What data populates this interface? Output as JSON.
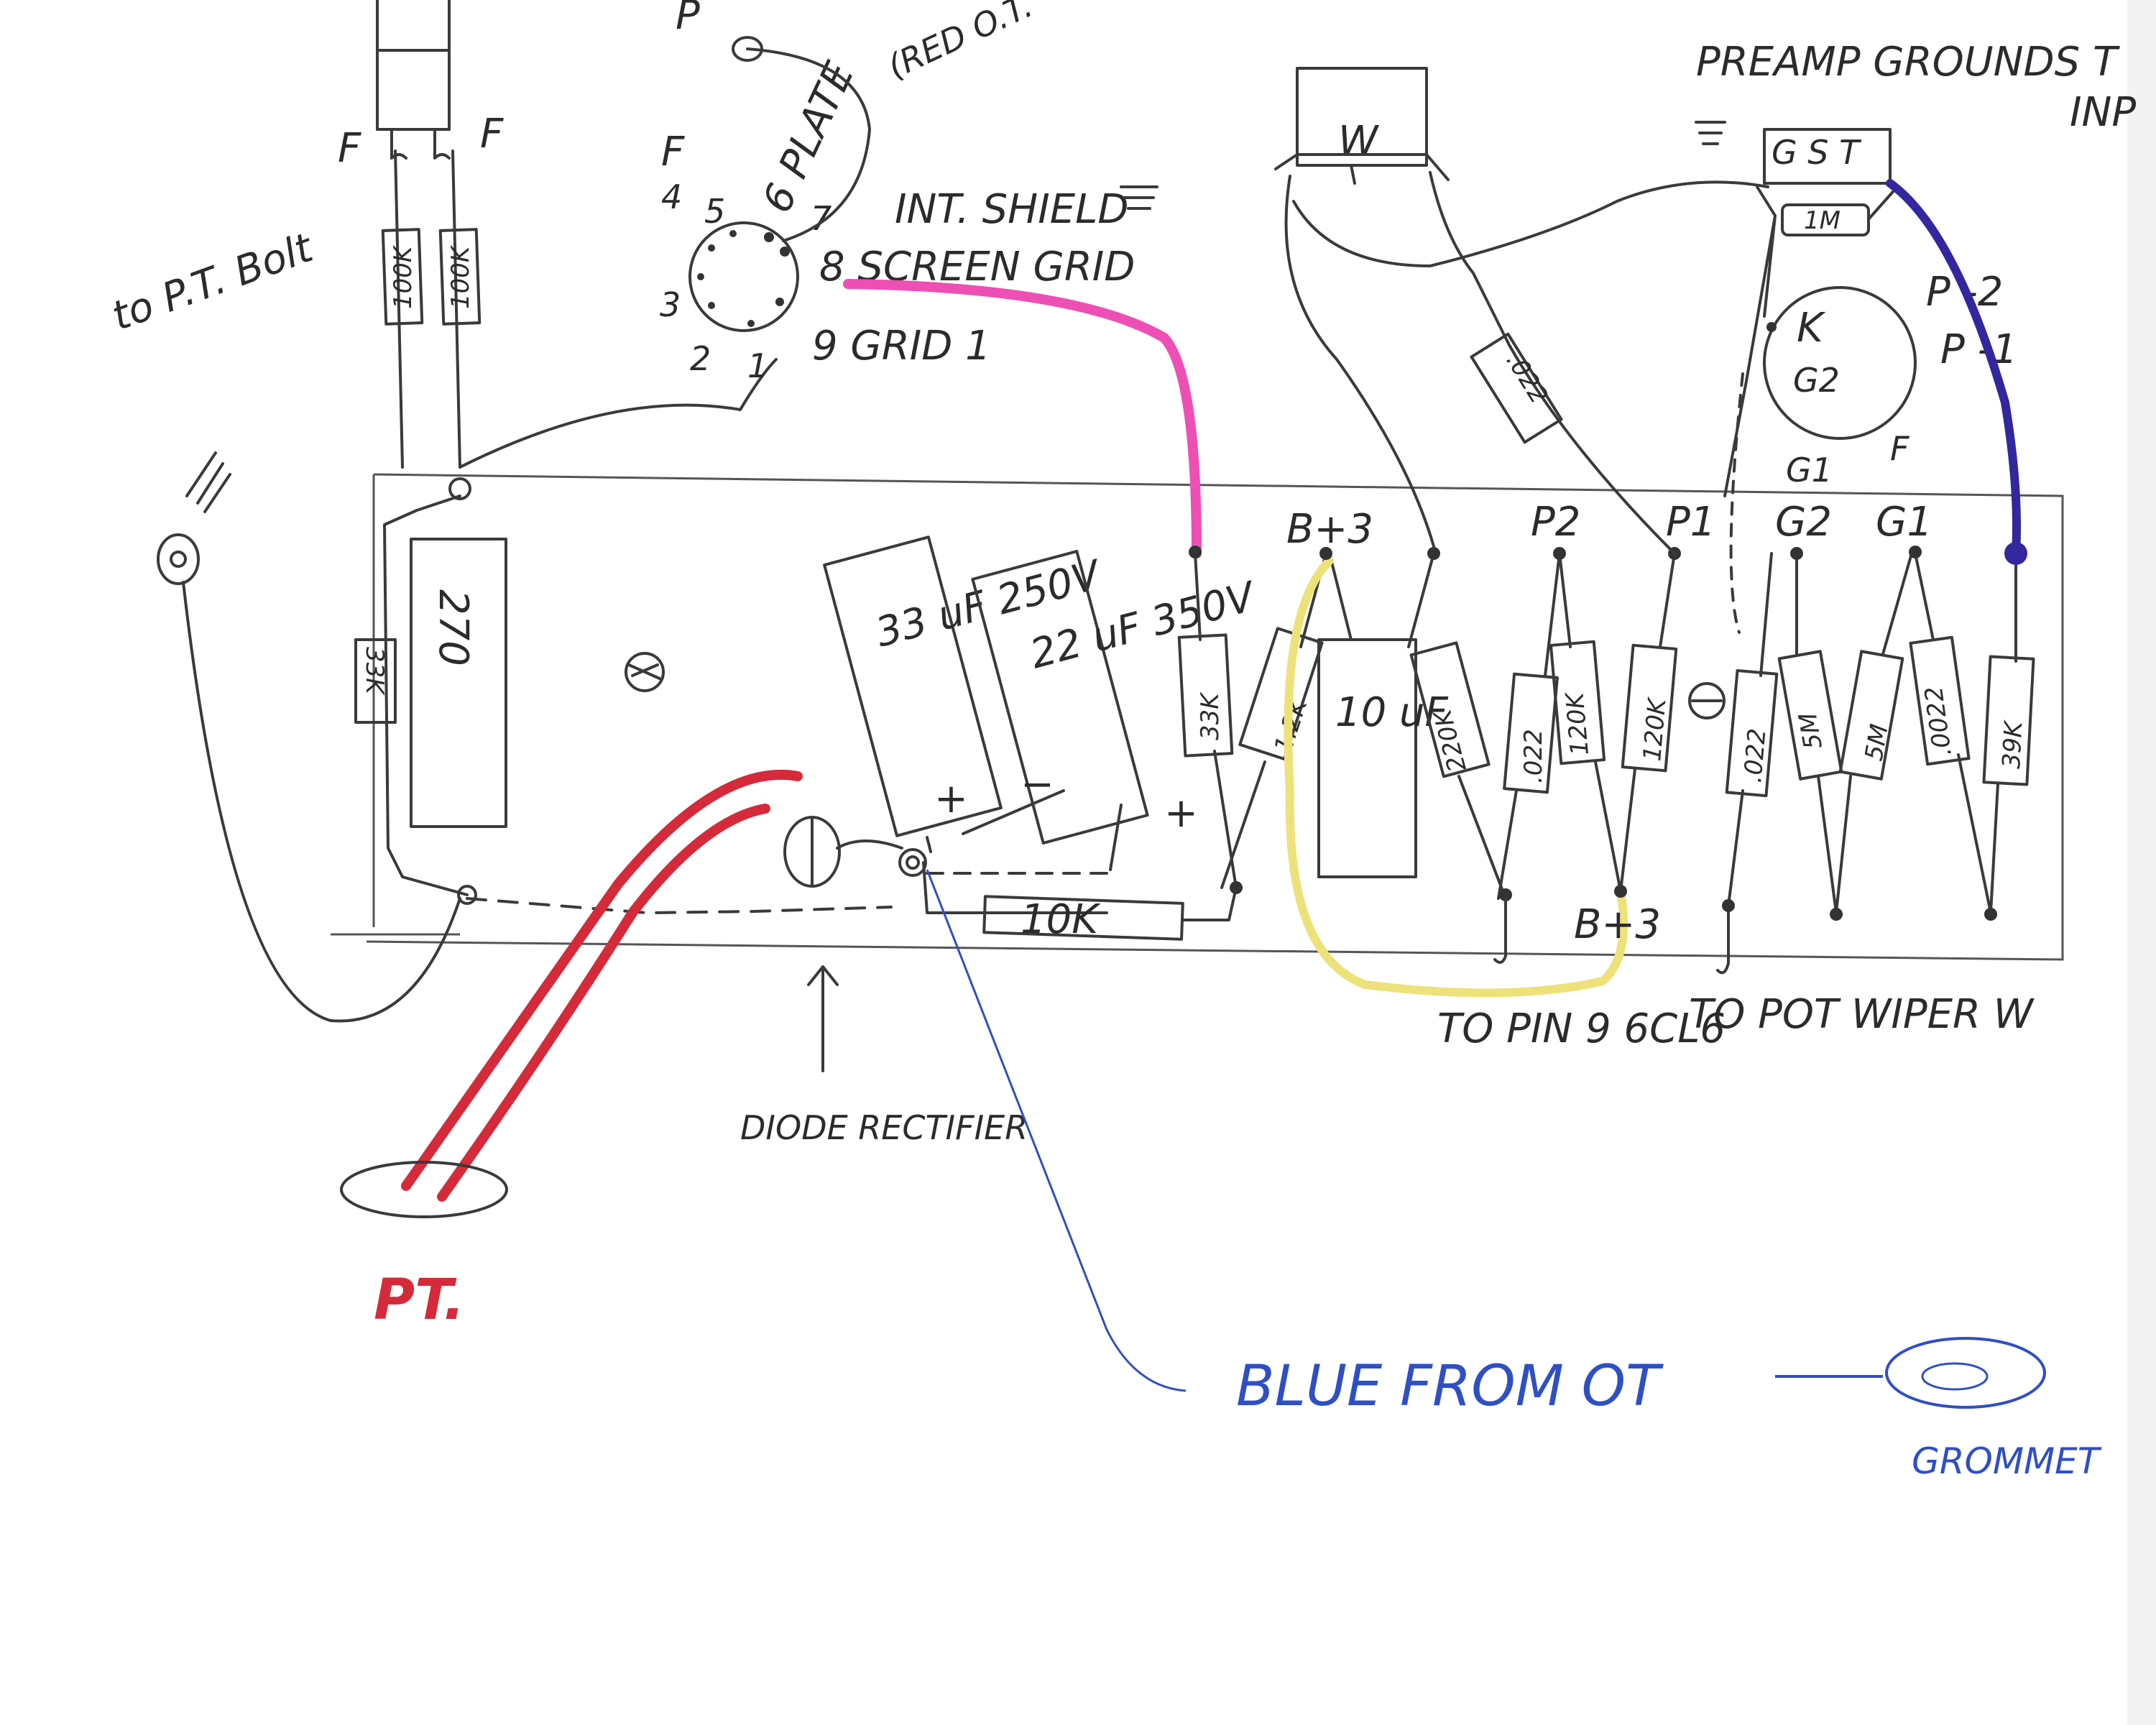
{
  "title_notes": {
    "preamp_grounds": "PREAMP GROUNDS T",
    "inp": "INP"
  },
  "labels": {
    "to_pt_bolt": "to P.T. Bolt",
    "filament_left": "F",
    "filament_right": "F",
    "res_100k_a": "100K",
    "res_100k_b": "100K",
    "plate": "6 PLATE",
    "red_ot": "(RED O.T.",
    "pt_top": "P",
    "int_shield": "INT. SHIELD",
    "screen_grid": "8 SCREEN GRID",
    "grid1": "9 GRID 1",
    "pin_f": "F",
    "pin1": "1",
    "pin2": "2",
    "pin3": "3",
    "pin4": "4",
    "pin5": "5",
    "pin7": "7",
    "wiper": "W",
    "gst": "G S T",
    "res_1m": "1M",
    "cap_022_top": ".022",
    "pot_k": "K",
    "pot_g2": "G2",
    "pot_g1": "G1",
    "pot_f": "F",
    "pot_p2": "P -2",
    "pot_p1": "P -1",
    "cap_33": "33 uF 250V",
    "cap_22": "22 uF 350V",
    "res_270": "270",
    "res_33k_side": "33K",
    "res_33k": "33K",
    "res_1_2k": "1.2K",
    "cap_10uf": "10 uF",
    "res_220k": "220K",
    "cap_022_a": ".022",
    "res_120k_a": "120K",
    "res_120k_b": "120K",
    "cap_022_b": ".022",
    "res_5m_a": "5M",
    "res_5m_b": "5M",
    "cap_0022": ".0022",
    "res_39k": "39K",
    "res_10k": "10K",
    "bplus3_top": "B+3",
    "p2": "P2",
    "p1": "P1",
    "g2": "G2",
    "g1": "G1",
    "bplus3_bottom": "B+3",
    "to_pin9": "TO PIN 9 6CL6",
    "to_pot_wiper": "TO POT WIPER W",
    "diode_rectifier": "DIODE RECTIFIER",
    "pt_bottom": "PT.",
    "blue_from_ot": "BLUE FROM OT",
    "grommet": "GROMMET",
    "plus_a": "+",
    "minus_a": "−",
    "plus_b": "+"
  },
  "colors": {
    "ink": "#3a3a3a",
    "red_wire": "#d42a3a",
    "magenta_wire": "#ee4fb5",
    "yellow_wire": "#ede27a",
    "blue_wire": "#32279e",
    "blue_ink": "#2f4fc4"
  }
}
